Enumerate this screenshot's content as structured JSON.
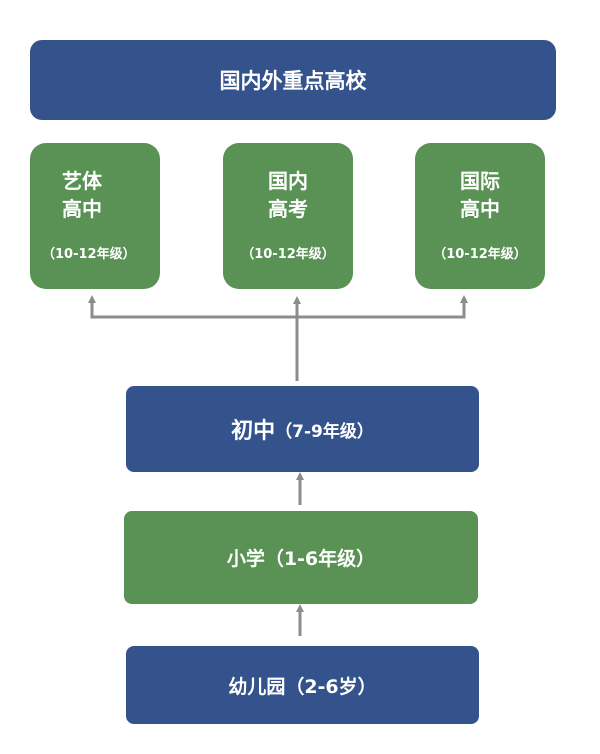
{
  "top": {
    "label": "国内外重点高校"
  },
  "high_schools": [
    {
      "line1": "艺体",
      "line2": "高中",
      "grade": "（10-12年级）"
    },
    {
      "line1": "国内",
      "line2": "高考",
      "grade": "（10-12年级）"
    },
    {
      "line1": "国际",
      "line2": "高中",
      "grade": "（10-12年级）"
    }
  ],
  "middle": {
    "main": "初中",
    "sub": "（7-9年级）"
  },
  "primary": {
    "label": "小学（1-6年级）"
  },
  "kindergarten": {
    "label": "幼儿园（2-6岁）"
  },
  "colors": {
    "blue": "#34528c",
    "green": "#5a9155",
    "arrow": "#8c8c8c"
  }
}
